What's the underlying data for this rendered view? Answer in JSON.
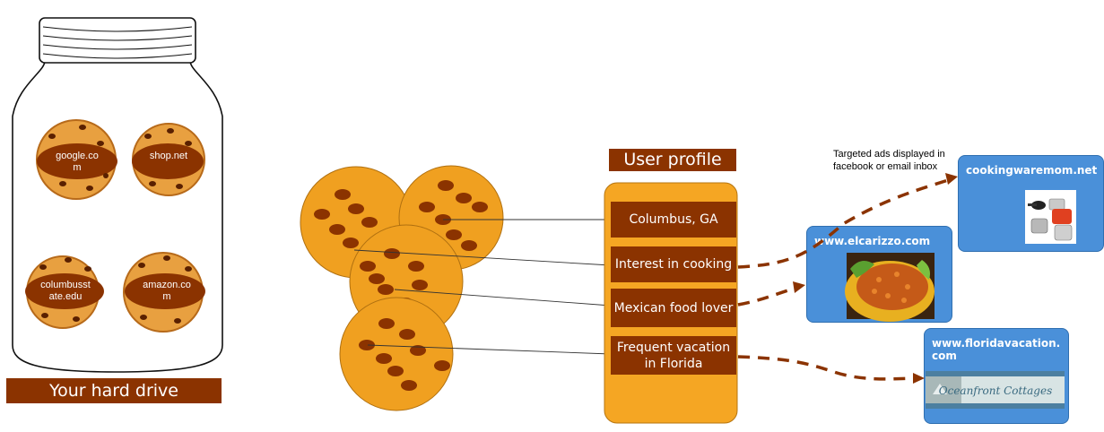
{
  "jar": {
    "label": "Your hard drive",
    "cookies": [
      "google.com",
      "shop.net",
      "columbusstate.edu",
      "amazon.com"
    ]
  },
  "profile": {
    "title": "User profile",
    "items": [
      "Columbus, GA",
      "Interest in cooking",
      "Mexican food lover",
      "Frequent vacation in Florida"
    ]
  },
  "note": "Targeted ads displayed in facebook or email inbox",
  "sites": [
    {
      "title": "cookingwaremom.net",
      "image": "cookware-photo"
    },
    {
      "title": "www.elcarizzo.com",
      "image": "mexican-rice-photo"
    },
    {
      "title": "www.floridavacation.com",
      "image": "oceanfront-cottage-banner"
    }
  ],
  "banner_text": "Oceanfront Cottages",
  "colors": {
    "cookie": "#F0A020",
    "brown": "#8B3300",
    "site_blue": "#4A90D9",
    "profile_orange": "#F5A623"
  }
}
